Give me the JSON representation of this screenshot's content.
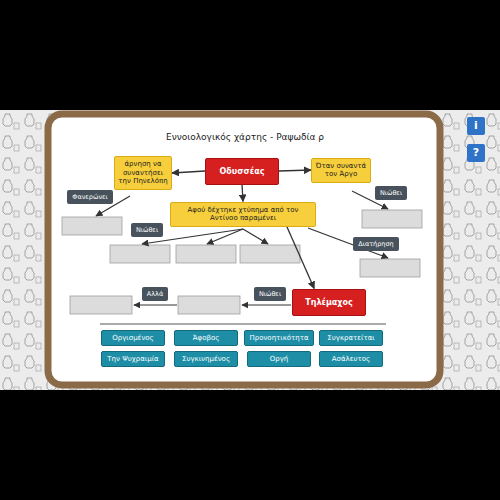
{
  "diagram": {
    "title": "Εννοιολογικός χάρτης - Ραψωδία ρ",
    "nodes": [
      {
        "text": [
          "άρνηση να συναντήσει την Πηνελόπη"
        ]
      },
      {
        "text": [
          "Οδυσσέας"
        ]
      },
      {
        "text": [
          "Όταν συναντά τον Άργο"
        ]
      },
      {
        "text": [
          "Φανερώνει"
        ]
      },
      {
        "text": [
          "Νιώθει"
        ]
      },
      {
        "text": [
          "Αφού δέχτηκε χτύπημα από τον Αντίνοο παραμένει"
        ]
      },
      {
        "text": [
          "Νιώθει"
        ]
      },
      {
        "text": [
          "Διατήρηση"
        ]
      },
      {
        "text": [
          "Αλλά"
        ]
      },
      {
        "text": [
          "Νιώθει"
        ]
      },
      {
        "text": [
          "Τηλέμαχος"
        ]
      },
      {
        "text": [
          "Οργισμένος"
        ]
      },
      {
        "text": [
          "Άφοβος"
        ]
      },
      {
        "text": [
          "Προνοητικότητα"
        ]
      },
      {
        "text": [
          "Συγκρατείται"
        ]
      },
      {
        "text": [
          "Την Ψυχραιμία"
        ]
      },
      {
        "text": [
          "Συγκινημένος"
        ]
      },
      {
        "text": [
          "Οργή"
        ]
      },
      {
        "text": [
          "Ασάλευτος"
        ]
      }
    ],
    "edges": [
      {
        "from": 1,
        "to": 0,
        "arrow": "to"
      },
      {
        "from": 1,
        "to": 2,
        "arrow": "to"
      },
      {
        "from": 1,
        "to": 5,
        "arrow": "to"
      },
      {
        "from": 5,
        "to": 10,
        "arrow": "to"
      }
    ],
    "labels": [
      "i",
      "?"
    ]
  }
}
